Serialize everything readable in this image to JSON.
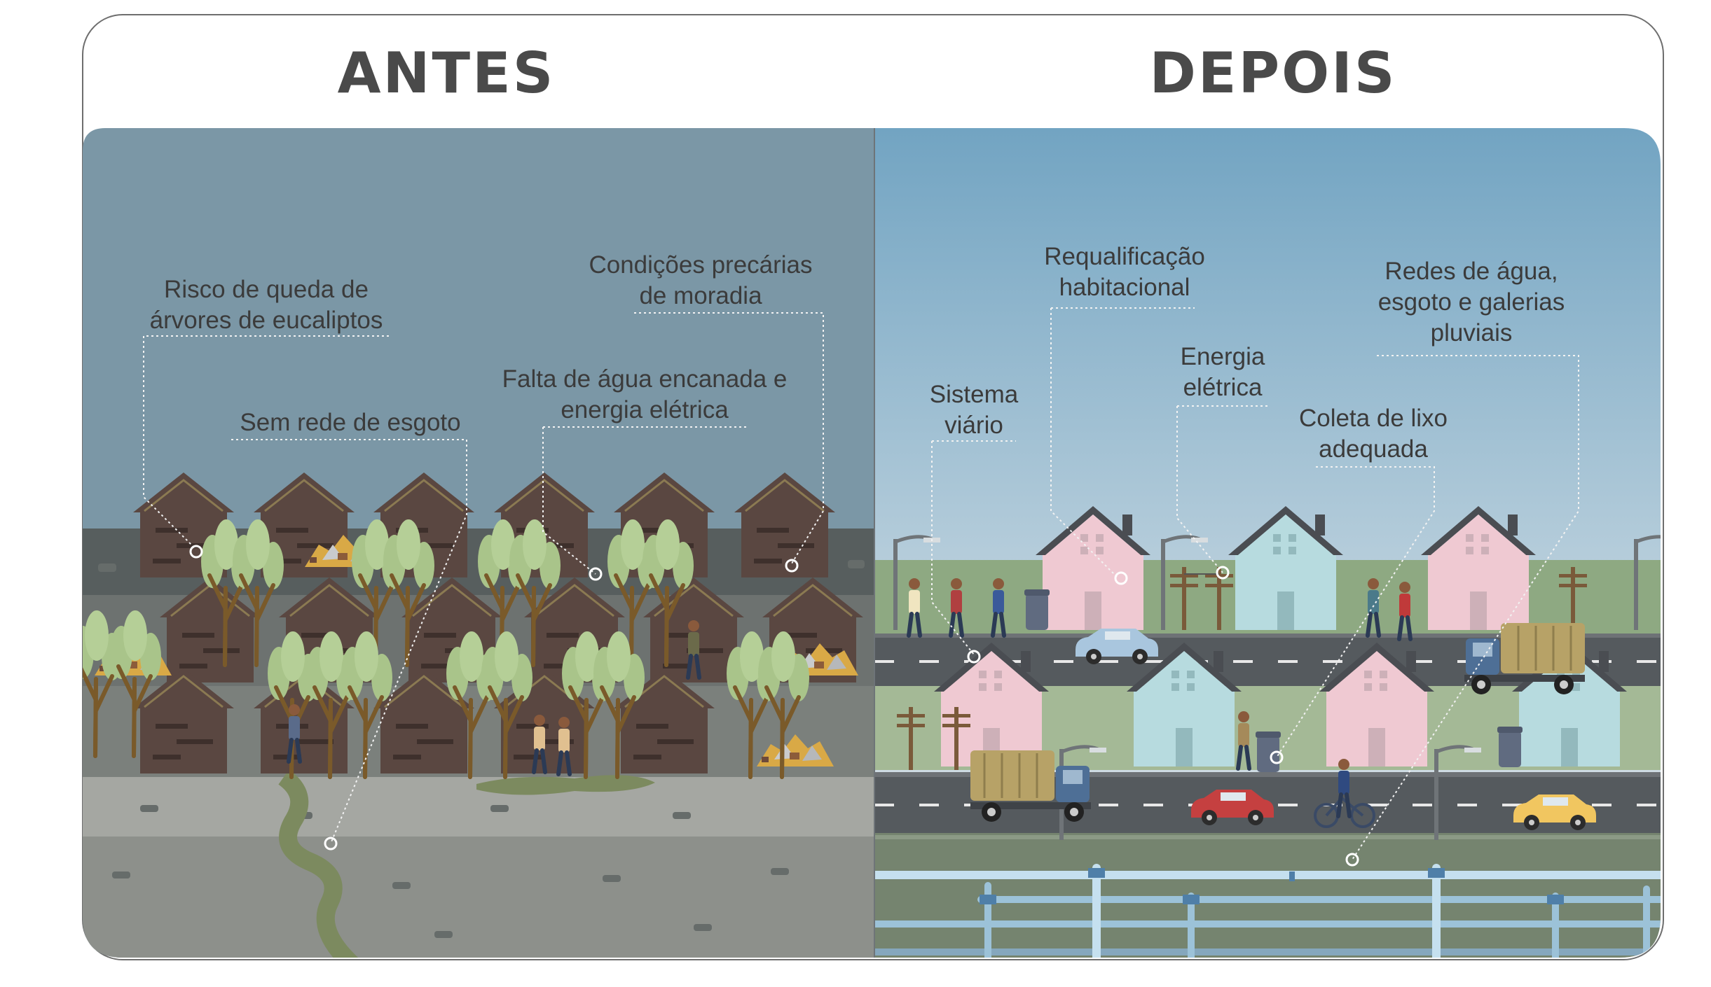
{
  "colors": {
    "before_sky": "#7b97a6",
    "after_sky_top": "#76a8c4",
    "after_sky_bottom": "#dce3e8",
    "shack": "#5a4741",
    "tree": "#a9c48a",
    "pink_house": "#efc9d2",
    "blue_house": "#b7dbdf",
    "road": "#555a5e",
    "pipe": "#c5e0ef"
  },
  "headers": {
    "before": "ANTES",
    "after": "DEPOIS"
  },
  "before_labels": {
    "eucalyptus": [
      "Risco de queda de",
      "árvores de eucaliptos"
    ],
    "sewage": [
      "Sem rede de esgoto"
    ],
    "water_energy": [
      "Falta de água encanada e",
      "energia elétrica"
    ],
    "housing": [
      "Condições precárias",
      "de moradia"
    ]
  },
  "after_labels": {
    "roads": [
      "Sistema",
      "viário"
    ],
    "housing": [
      "Requalificação",
      "habitacional"
    ],
    "energy": [
      "Energia",
      "elétrica"
    ],
    "garbage": [
      "Coleta de lixo",
      "adequada"
    ],
    "networks": [
      "Redes de água,",
      "esgoto e galerias",
      "pluviais"
    ]
  }
}
